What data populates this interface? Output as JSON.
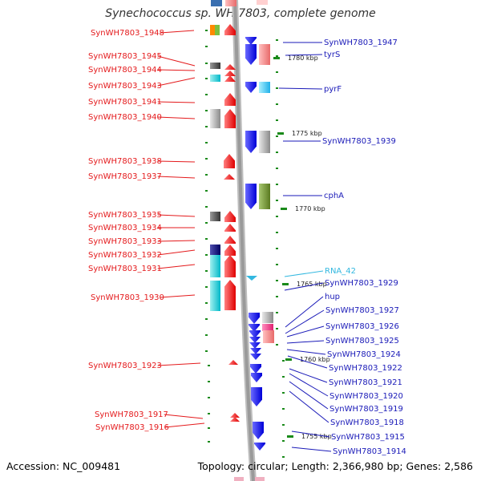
{
  "title": "Synechococcus sp. WH 7803, complete genome",
  "accession": "Accession: NC_009481",
  "topology": "Topology: circular; Length: 2,366,980 bp; Genes: 2,586",
  "colors": {
    "left_label": "#e41a1c",
    "right_label": "#1a1ab8",
    "rna_label": "#33b8e0",
    "backbone": "#9a9a9a",
    "tick": "#1a8a1a"
  },
  "kbp_labels": [
    "1780 kbp",
    "1775 kbp",
    "1770 kbp",
    "1765 kbp",
    "1760 kbp",
    "1755 kbp"
  ],
  "left_labels": [
    "SynWH7803_1948",
    "SynWH7803_1945",
    "SynWH7803_1944",
    "SynWH7803_1943",
    "SynWH7803_1941",
    "SynWH7803_1940",
    "SynWH7803_1938",
    "SynWH7803_1937",
    "SynWH7803_1935",
    "SynWH7803_1934",
    "SynWH7803_1933",
    "SynWH7803_1932",
    "SynWH7803_1931",
    "SynWH7803_1930",
    "SynWH7803_1923",
    "SynWH7803_1917",
    "SynWH7803_1916"
  ],
  "right_labels": [
    "SynWH7803_1947",
    "tyrS",
    "pyrF",
    "SynWH7803_1939",
    "cphA",
    "RNA_42",
    "SynWH7803_1929",
    "hup",
    "SynWH7803_1927",
    "SynWH7803_1926",
    "SynWH7803_1925",
    "SynWH7803_1924",
    "SynWH7803_1922",
    "SynWH7803_1921",
    "SynWH7803_1920",
    "SynWH7803_1919",
    "SynWH7803_1918",
    "SynWH7803_1915",
    "SynWH7803_1914"
  ]
}
